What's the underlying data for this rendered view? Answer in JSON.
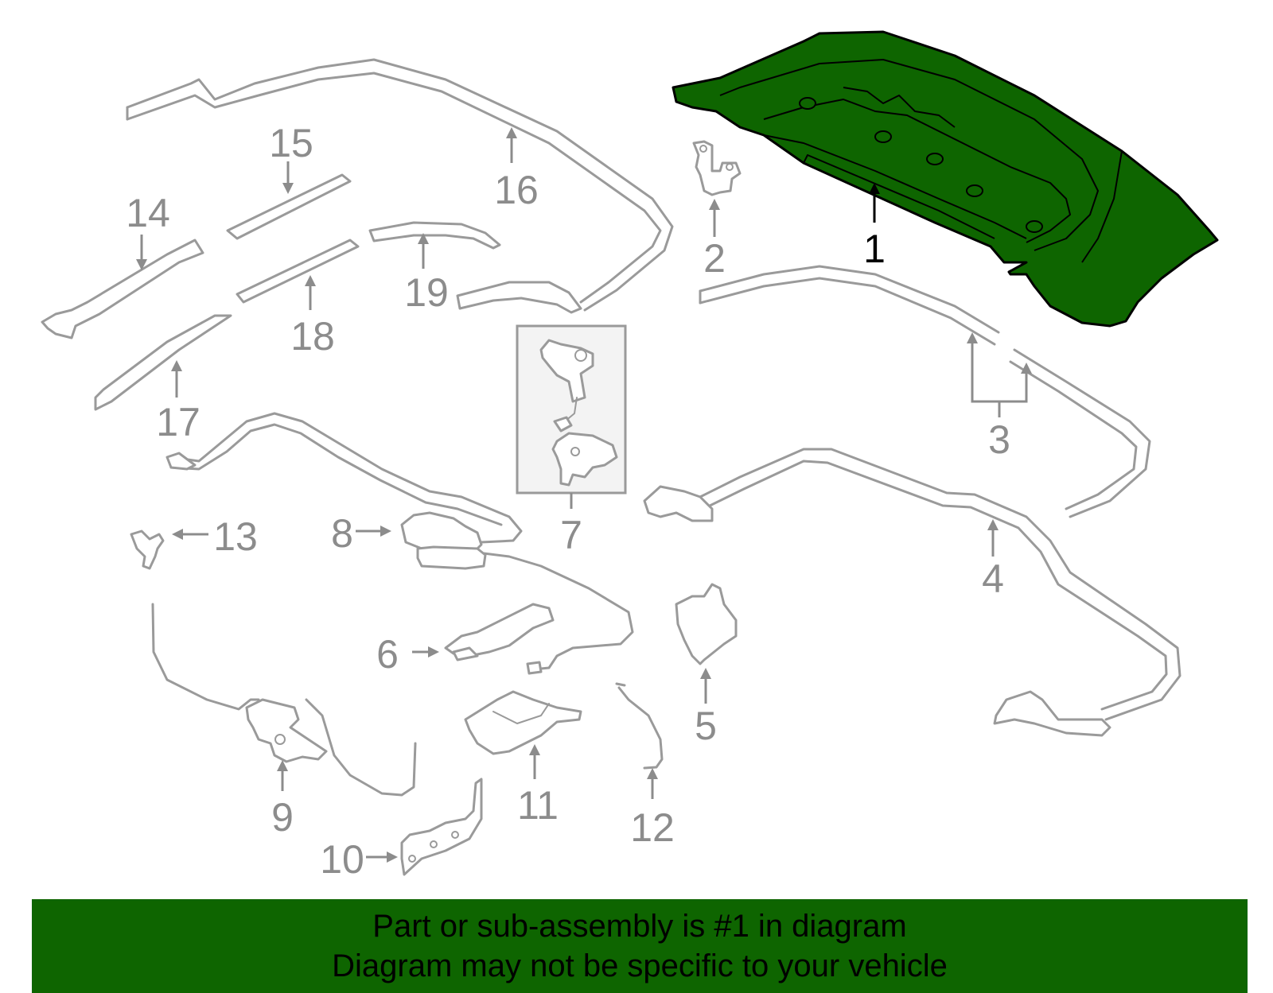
{
  "diagram": {
    "highlight_color": "#0e6500",
    "highlighted_part": "1",
    "callouts": {
      "c1": "1",
      "c2": "2",
      "c3": "3",
      "c4": "4",
      "c5": "5",
      "c6": "6",
      "c7": "7",
      "c8": "8",
      "c9": "9",
      "c10": "10",
      "c11": "11",
      "c12": "12",
      "c13": "13",
      "c14": "14",
      "c15": "15",
      "c16": "16",
      "c17": "17",
      "c18": "18",
      "c19": "19"
    }
  },
  "banner": {
    "line1": "Part or sub-assembly is #1 in diagram",
    "line2": "Diagram may not be specific to your vehicle"
  }
}
